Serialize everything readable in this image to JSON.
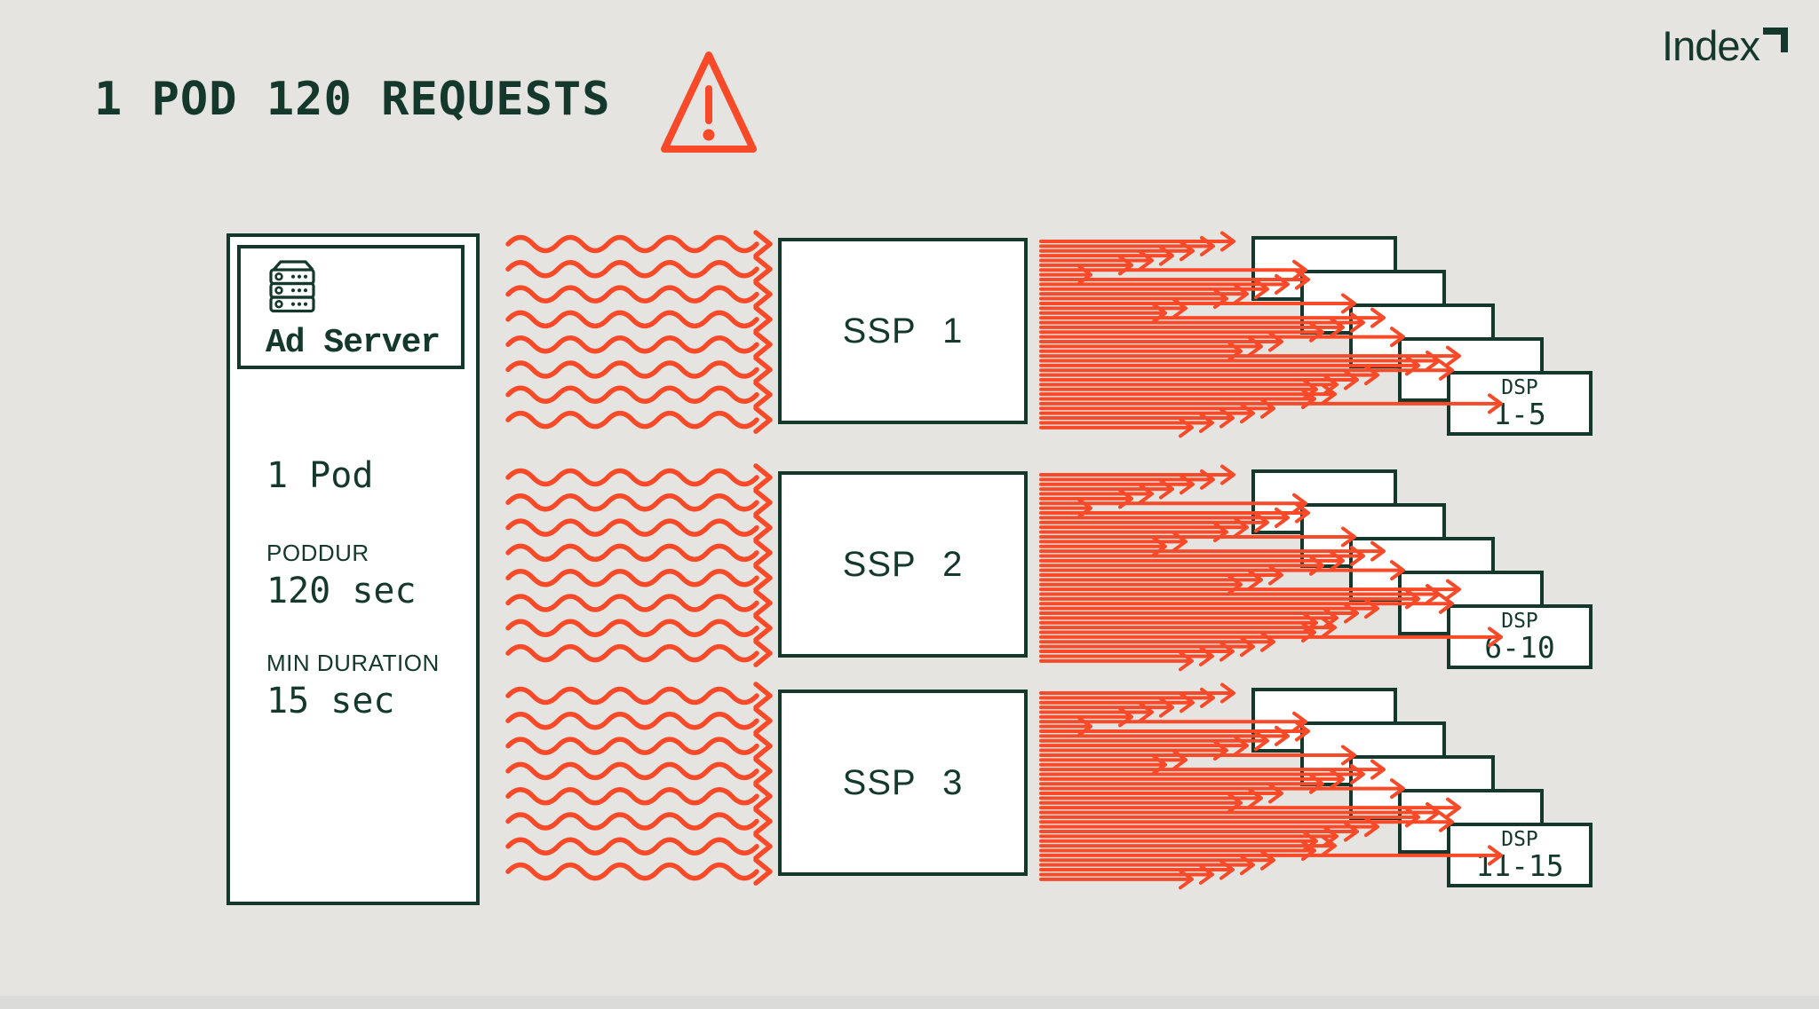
{
  "title": "1 POD 120 REQUESTS",
  "warning_icon": "warning-triangle",
  "logo": {
    "text": "Index",
    "mark": "corner-arrow"
  },
  "ad_server": {
    "icon": "server-stack",
    "label": "Ad Server",
    "pod_line": "1 Pod",
    "poddur_label": "PODDUR",
    "poddur_value": "120 sec",
    "minduration_label": "MIN DURATION",
    "minduration_value": "15 sec"
  },
  "ssps": [
    {
      "label": "SSP 1"
    },
    {
      "label": "SSP 2"
    },
    {
      "label": "SSP 3"
    }
  ],
  "dsp_stacks": [
    {
      "line1": "DSP",
      "line2": "1-5"
    },
    {
      "line1": "DSP",
      "line2": "6-10"
    },
    {
      "line1": "DSP",
      "line2": "11-15"
    }
  ],
  "flow": {
    "total_requests": 120,
    "pods": 1,
    "wavy_arrows_per_ssp": 8,
    "request_arrows_per_ssp": 40,
    "boxes_per_dsp_stack": 5
  },
  "colors": {
    "background": "#e5e4e1",
    "ink": "#14382b",
    "accent": "#f84a28",
    "box_fill": "#ffffff",
    "footer_strip": "#dbdbd9"
  }
}
